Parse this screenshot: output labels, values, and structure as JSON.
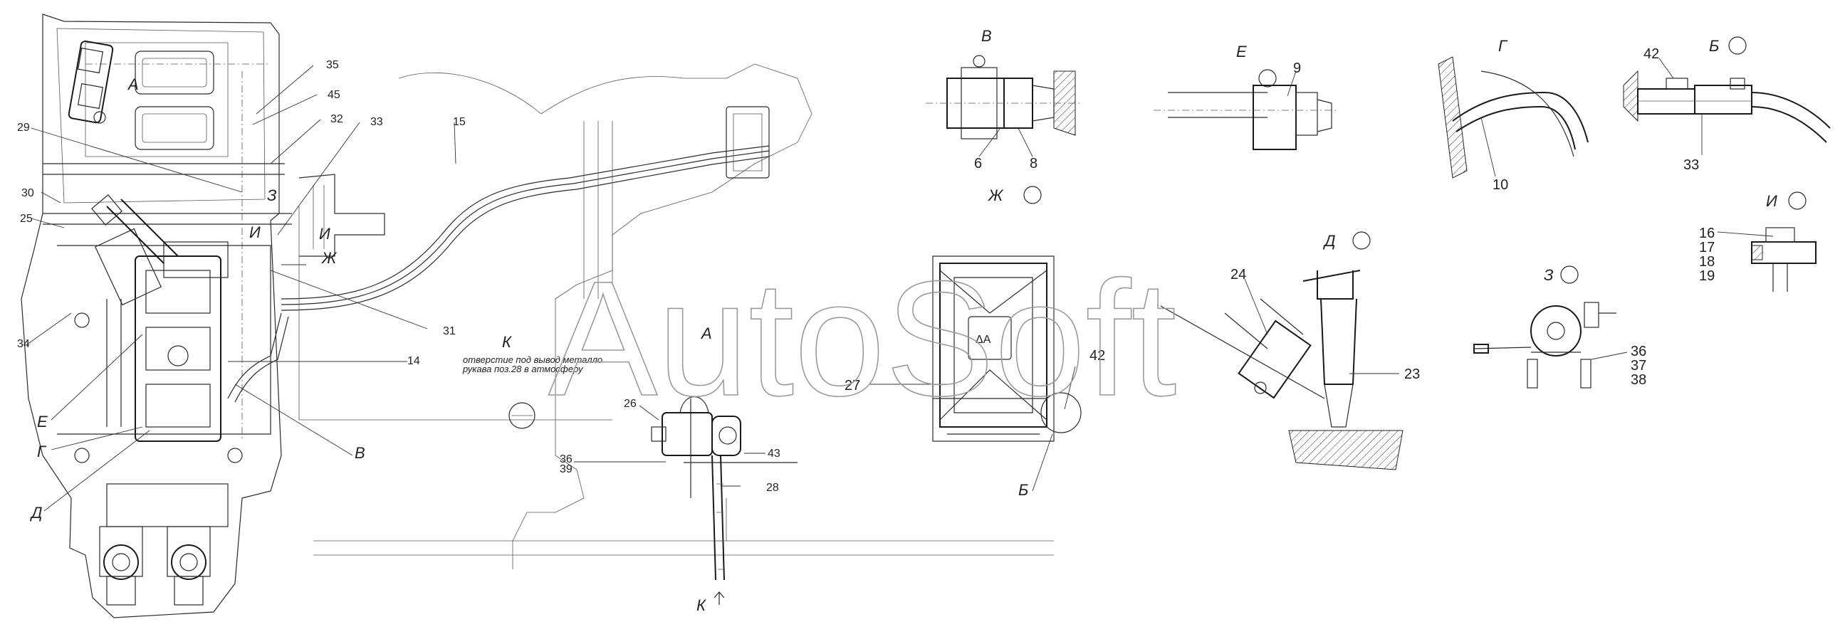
{
  "watermark": "AutoSoft",
  "main_view": {
    "callout_labels": [
      "35",
      "45",
      "32",
      "33",
      "15",
      "29",
      "30",
      "25",
      "34",
      "31",
      "14"
    ],
    "view_markers": [
      "А",
      "З",
      "И",
      "Ж",
      "Е",
      "Г",
      "Д",
      "В"
    ]
  },
  "view_K": {
    "title": "К",
    "note_line1": "отверстие под вывод металло",
    "note_line2": "рукава поз.28 в атмосферу",
    "view_marker_A": "А",
    "arrow_label": "К",
    "labels": {
      "p26": "26",
      "p36": "36",
      "p39": "39",
      "p43": "43",
      "p28": "28"
    }
  },
  "view_tank": {
    "label_27": "27",
    "label_42": "42",
    "marker_B": "Б",
    "symbol": "ΔA"
  },
  "view_V": {
    "title": "В",
    "labels": [
      "6",
      "8"
    ]
  },
  "view_Zh": {
    "title": "Ж"
  },
  "view_E": {
    "title": "Е",
    "labels": [
      "9"
    ]
  },
  "view_G": {
    "title": "Г",
    "labels": [
      "10"
    ]
  },
  "view_B": {
    "title": "Б",
    "labels": [
      "42",
      "33"
    ]
  },
  "view_D": {
    "title": "Д",
    "labels": [
      "24",
      "23"
    ]
  },
  "view_Z": {
    "title": "З",
    "labels": [
      "36",
      "37",
      "38"
    ]
  },
  "view_I": {
    "title": "И",
    "labels": [
      "16",
      "17",
      "18",
      "19"
    ]
  }
}
